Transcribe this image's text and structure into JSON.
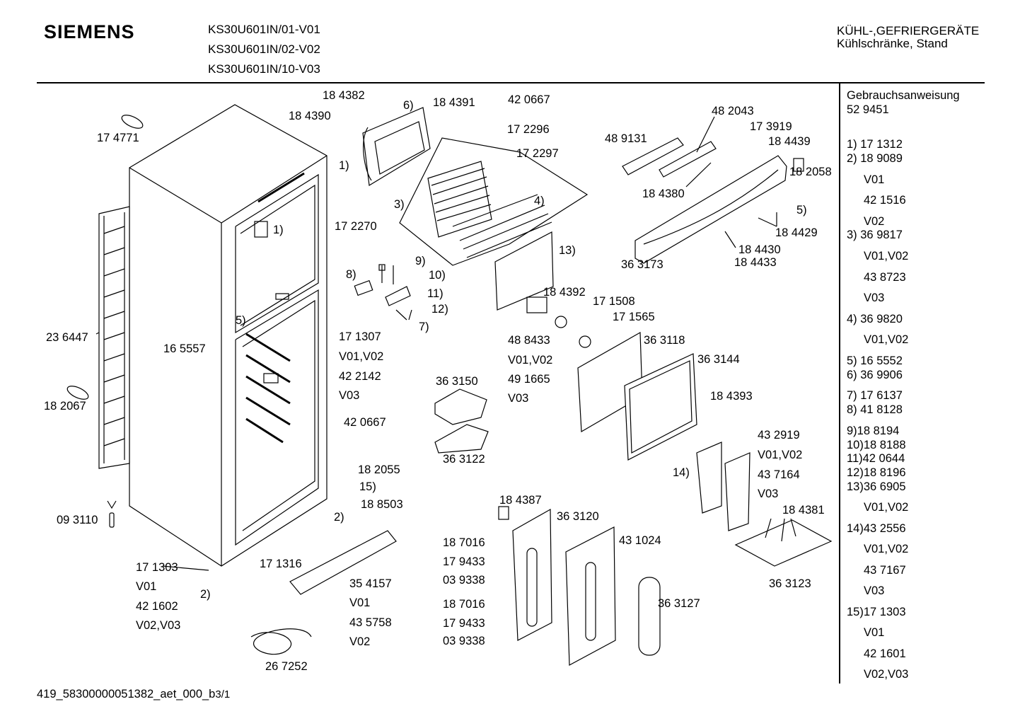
{
  "header": {
    "brand": "SIEMENS",
    "models": [
      "KS30U601IN/01-V01",
      "KS30U601IN/02-V02",
      "KS30U601IN/10-V03"
    ],
    "category": "KÜHL-,GEFRIERGERÄTE",
    "subcategory": "Kühlschränke, Stand"
  },
  "labels": [
    {
      "text": "17 4771"
    },
    {
      "text": "23 6447"
    },
    {
      "text": "18 2067"
    },
    {
      "text": "09 3110"
    },
    {
      "text": "1)"
    },
    {
      "text": "5)"
    },
    {
      "text": "16 5557"
    },
    {
      "text": "18 4382"
    },
    {
      "text": "18 4390"
    },
    {
      "text": "6)"
    },
    {
      "text": "18 4391"
    },
    {
      "text": "42 0667"
    },
    {
      "text": "17 2296"
    },
    {
      "text": "17 2297"
    },
    {
      "text": "1)"
    },
    {
      "text": "17 2270"
    },
    {
      "text": "3)"
    },
    {
      "text": "4)"
    },
    {
      "text": "9)"
    },
    {
      "text": "8)"
    },
    {
      "text": "10)"
    },
    {
      "text": "11)"
    },
    {
      "text": "12)"
    },
    {
      "text": "7)"
    },
    {
      "text": "17 1307"
    },
    {
      "text": "V01,V02"
    },
    {
      "text": "42 2142"
    },
    {
      "text": "V03"
    },
    {
      "text": "42 0667"
    },
    {
      "text": "18 2055"
    },
    {
      "text": "15)"
    },
    {
      "text": "18 8503"
    },
    {
      "text": "2)"
    },
    {
      "text": "17 1303"
    },
    {
      "text": "V01"
    },
    {
      "text": "42 1602"
    },
    {
      "text": "V02,V03"
    },
    {
      "text": "2)"
    },
    {
      "text": "17 1316"
    },
    {
      "text": "35 4157"
    },
    {
      "text": "V01"
    },
    {
      "text": "43 5758"
    },
    {
      "text": "V02"
    },
    {
      "text": "26 7252"
    },
    {
      "text": "36 3150"
    },
    {
      "text": "36 3122"
    },
    {
      "text": "13)"
    },
    {
      "text": "18 4392"
    },
    {
      "text": "17 1508"
    },
    {
      "text": "17 1565"
    },
    {
      "text": "48 8433"
    },
    {
      "text": "V01,V02"
    },
    {
      "text": "49 1665"
    },
    {
      "text": "V03"
    },
    {
      "text": "36 3118"
    },
    {
      "text": "36 3144"
    },
    {
      "text": "18 4393"
    },
    {
      "text": "48 2043"
    },
    {
      "text": "48 9131"
    },
    {
      "text": "17 3919"
    },
    {
      "text": "18 4439"
    },
    {
      "text": "18 2058"
    },
    {
      "text": "18 4380"
    },
    {
      "text": "5)"
    },
    {
      "text": "18 4429"
    },
    {
      "text": "36 3173"
    },
    {
      "text": "18 4430"
    },
    {
      "text": "18 4433"
    },
    {
      "text": "43 2919"
    },
    {
      "text": "V01,V02"
    },
    {
      "text": "43 7164"
    },
    {
      "text": "V03"
    },
    {
      "text": "14)"
    },
    {
      "text": "18 4381"
    },
    {
      "text": "36 3123"
    },
    {
      "text": "18 4387"
    },
    {
      "text": "36 3120"
    },
    {
      "text": "43 1024"
    },
    {
      "text": "18 7016"
    },
    {
      "text": "17 9433"
    },
    {
      "text": "03 9338"
    },
    {
      "text": "18 7016"
    },
    {
      "text": "17 9433"
    },
    {
      "text": "03 9338"
    },
    {
      "text": "36 3127"
    }
  ],
  "sidebar": {
    "lines": [
      "Gebrauchsanweisung",
      "52 9451",
      "1) 17 1312",
      "2) 18 9089",
      "V01",
      "42 1516",
      "V02",
      "3) 36 9817",
      "V01,V02",
      "43 8723",
      "V03",
      "4) 36 9820",
      "V01,V02",
      "5) 16 5552",
      "6) 36 9906",
      "7) 17 6137",
      "8) 41 8128",
      "9)18 8194",
      "10)18 8188",
      "11)42 0644",
      "12)18 8196",
      "13)36 6905",
      "V01,V02",
      "14)43 2556",
      "V01,V02",
      "43 7167",
      "V03",
      "15)17 1303",
      "V01",
      "42 1601",
      "V02,V03"
    ]
  },
  "footer": {
    "code": "419_58300000051382_aet_000_b",
    "page": "3/1"
  }
}
